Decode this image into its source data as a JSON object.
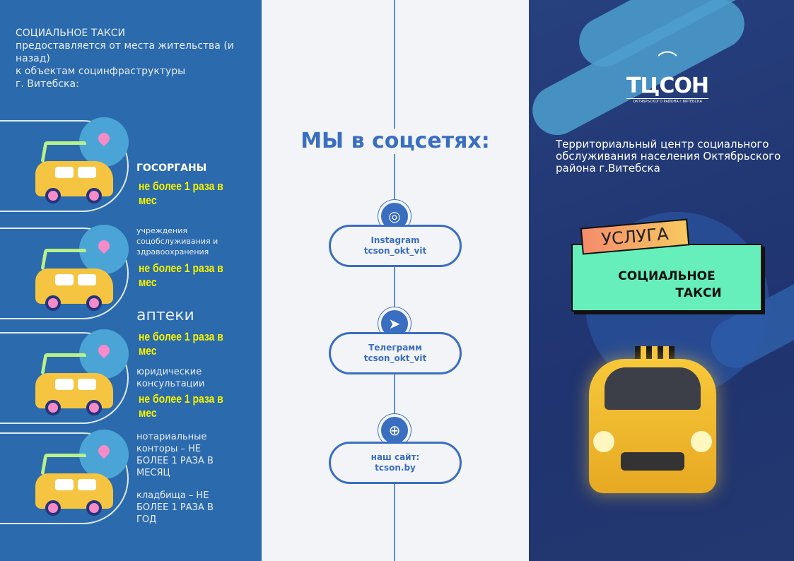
{
  "left": {
    "intro": [
      "СОЦИАЛЬНОЕ ТАКСИ",
      "предоставляется от места жительства (и назад)",
      "к объектам социнфраструктуры",
      "г. Витебска:"
    ],
    "items": [
      {
        "label": "ГОСОРГАНЫ",
        "freq": "не более 1 раза в мес"
      },
      {
        "label": "учреждения соцобслуживания и здравоохранения",
        "freq": "не более 1 раза в мес"
      },
      {
        "label": "аптеки",
        "freq": "не более 1 раза в мес"
      },
      {
        "label": "юридические консультации",
        "freq": "не более 1 раза в мес"
      },
      {
        "label": "нотариальные конторы – НЕ БОЛЕЕ 1 РАЗА В МЕСЯЦ"
      },
      {
        "label": "кладбища – НЕ БОЛЕЕ 1 РАЗА В ГОД"
      }
    ]
  },
  "middle": {
    "heading": "МЫ в соцсетях:",
    "socials": [
      {
        "icon": "instagram-icon",
        "name": "Instagram",
        "handle": "tcson_okt_vit"
      },
      {
        "icon": "telegram-icon",
        "name": "Телеграмм",
        "handle": "tcson_okt_vit"
      },
      {
        "icon": "globe-icon",
        "name": "наш сайт:",
        "handle": "tcson.by"
      }
    ]
  },
  "right": {
    "logo_title": "ТЦСОН",
    "logo_subtitle": "ОКТЯБРЬСКОГО РАЙОНА г.ВИТЕБСКА",
    "description": "Территориальный центр социального обслуживания населения Октябрьского района г.Витебска",
    "tag": "УСЛУГА",
    "service_line1": "СОЦИАЛЬНОЕ",
    "service_line2": "ТАКСИ"
  }
}
